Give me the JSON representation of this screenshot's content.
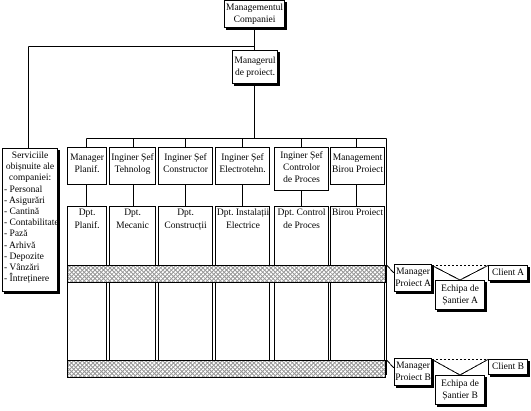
{
  "top_management": {
    "line1": "Managementul",
    "line2": "Companiei"
  },
  "project_manager": {
    "line1": "Managerul",
    "line2": "de proiect."
  },
  "services": {
    "title_lines": [
      "Serviciile",
      "obișnuite ale",
      "companiei:"
    ],
    "items": [
      "- Personal",
      "- Asigurări",
      "- Cantină",
      "- Contabilitate",
      "- Pază",
      "- Arhivă",
      "- Depozite",
      "- Vânzări",
      "- Întreținere"
    ]
  },
  "heads": [
    {
      "lines": [
        "Manager",
        "Planif."
      ]
    },
    {
      "lines": [
        "Inginer Șef",
        "Tehnolog"
      ]
    },
    {
      "lines": [
        "Inginer Șef",
        "Constructor"
      ]
    },
    {
      "lines": [
        "Inginer Șef",
        "Electrotehn."
      ]
    },
    {
      "lines": [
        "Inginer Șef",
        "Controlor",
        "de Proces"
      ]
    },
    {
      "lines": [
        "Management",
        "Birou Proiect"
      ]
    }
  ],
  "departments": [
    {
      "lines": [
        "Dpt.",
        "Planif."
      ]
    },
    {
      "lines": [
        "Dpt.",
        "Mecanic"
      ]
    },
    {
      "lines": [
        "Dpt.",
        "Construcții"
      ]
    },
    {
      "lines": [
        "Dpt. Instalații",
        "Electrice"
      ]
    },
    {
      "lines": [
        "Dpt.  Control",
        "de Proces"
      ]
    },
    {
      "lines": [
        "Birou Proiect"
      ]
    }
  ],
  "projects": [
    {
      "manager": [
        "Manager",
        "Proiect A"
      ],
      "team": [
        "Echipa de",
        "Șantier A"
      ],
      "client": "Client A"
    },
    {
      "manager": [
        "Manager",
        "Proiect B"
      ],
      "team": [
        "Echipa de",
        "Șantier B"
      ],
      "client": "Client B"
    }
  ]
}
